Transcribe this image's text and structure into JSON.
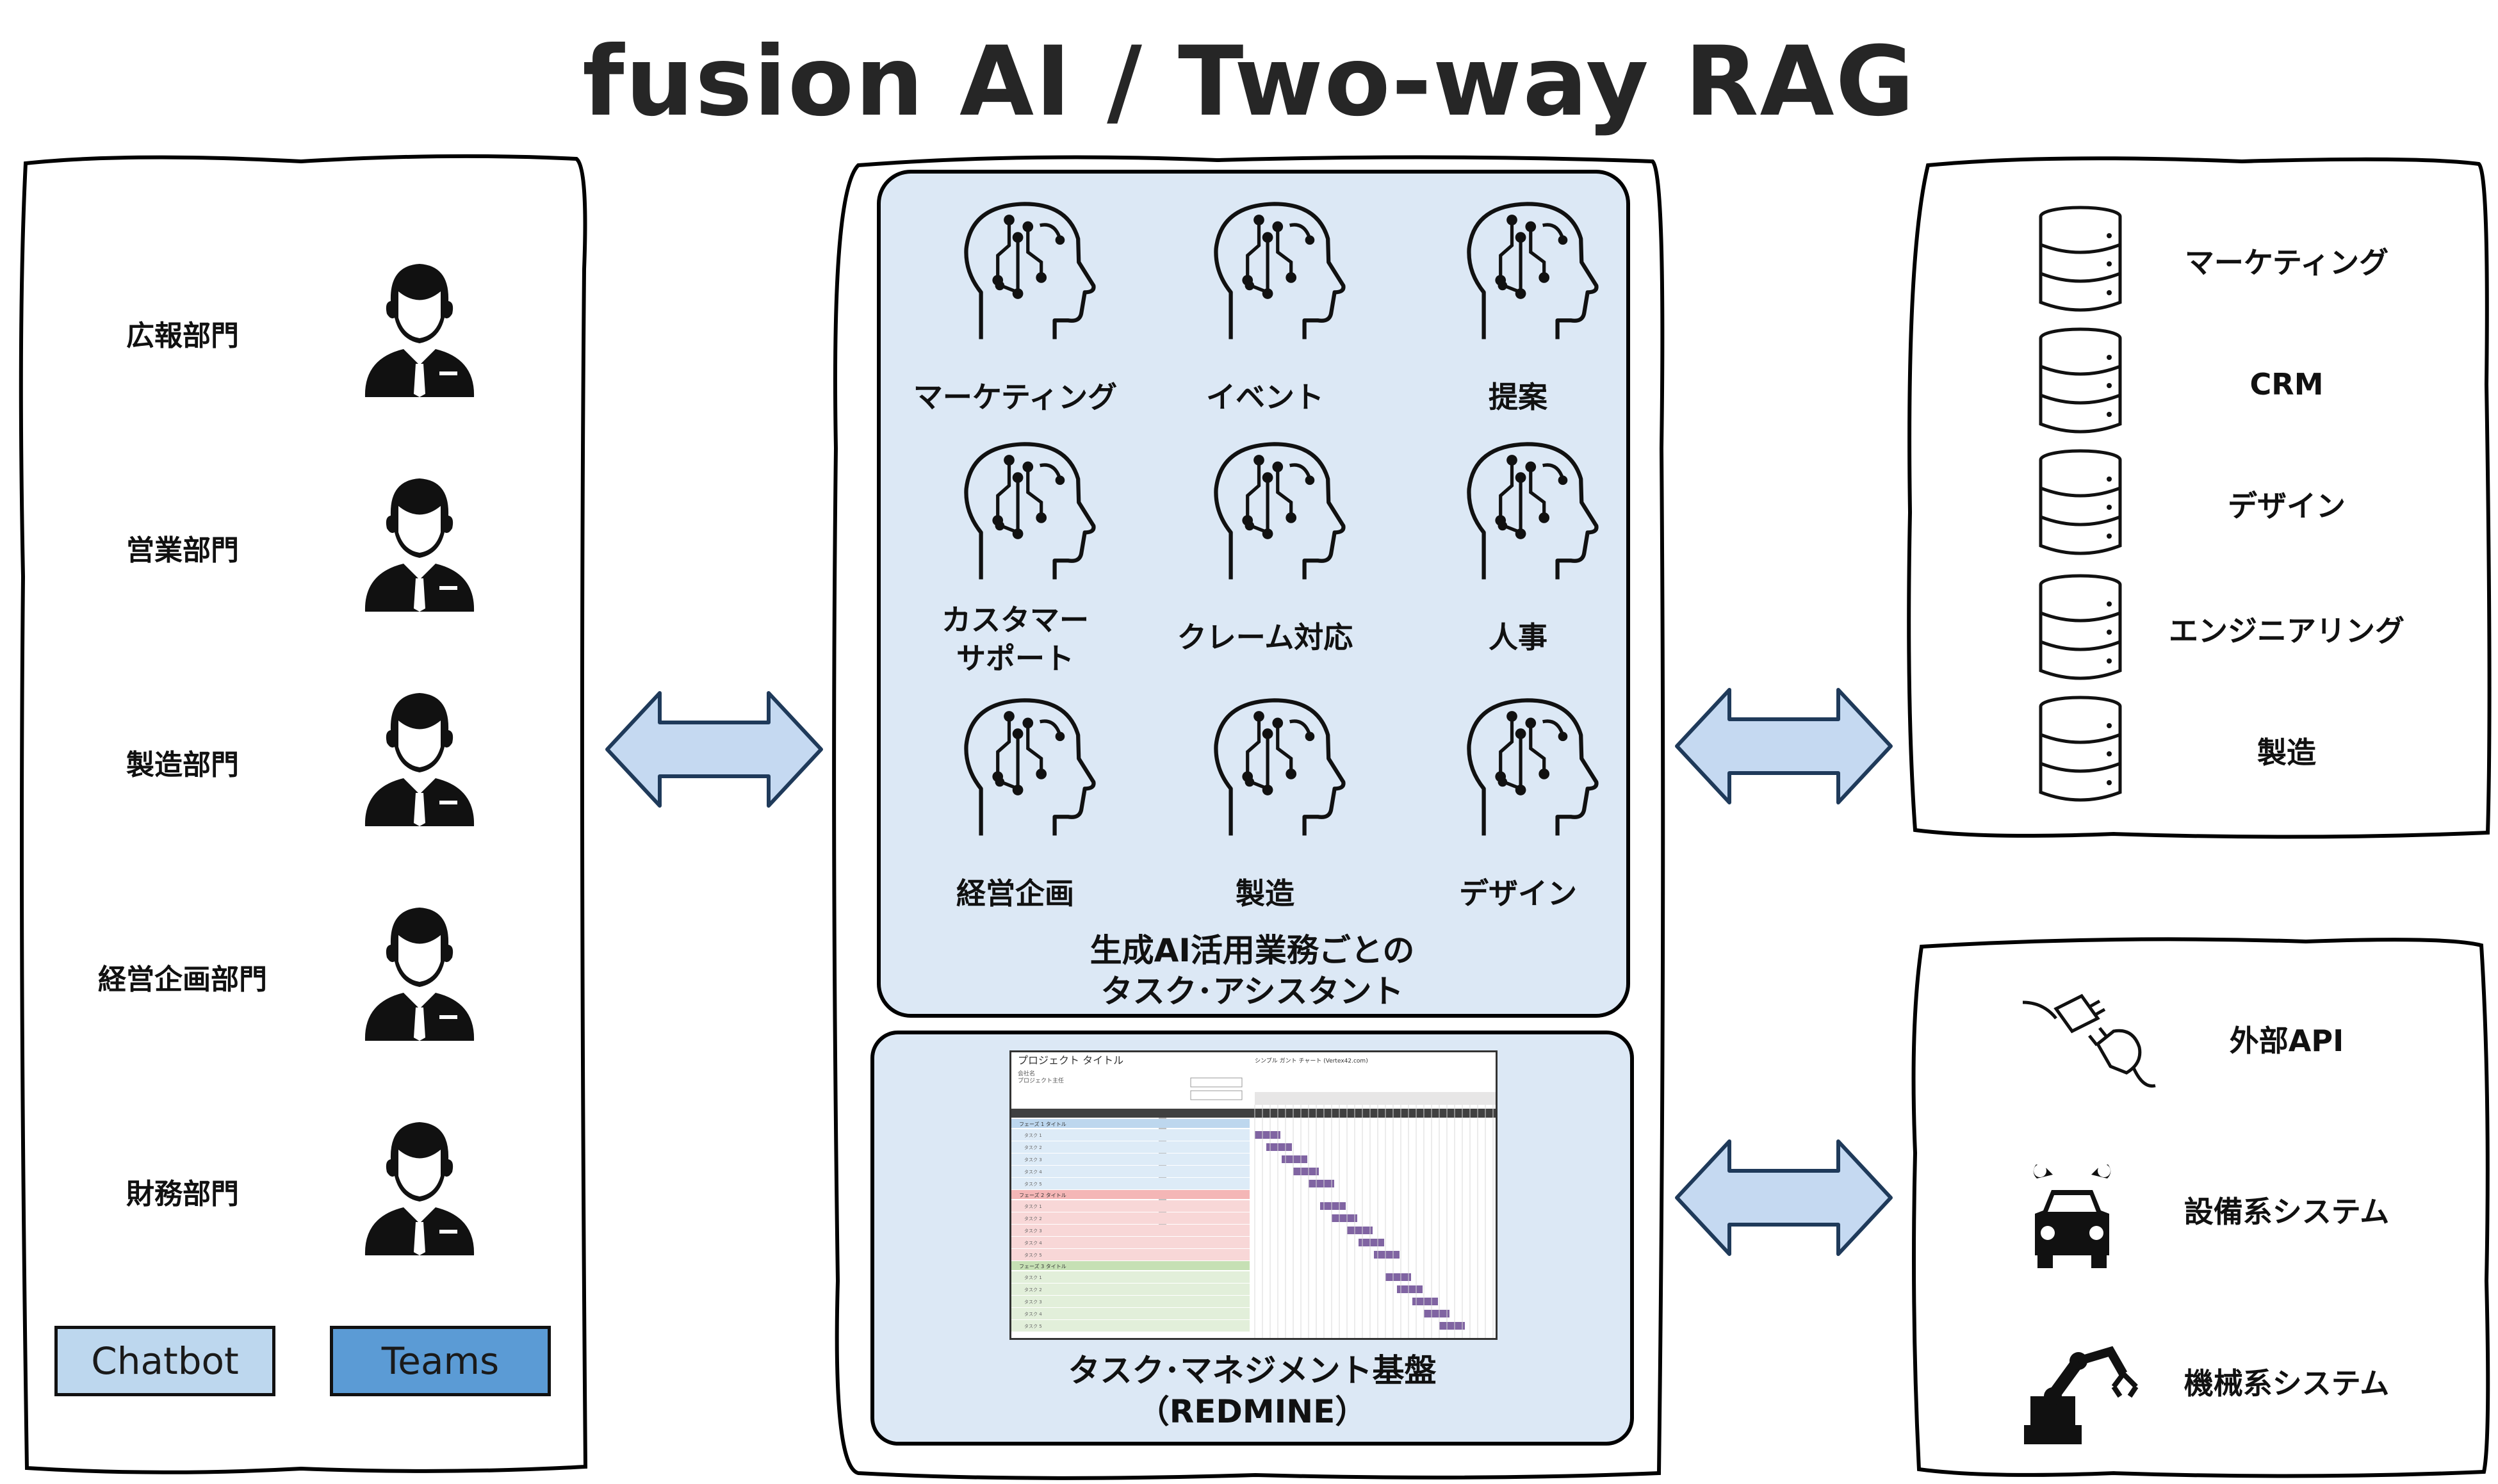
{
  "title": "fusion AI / Two-way RAG",
  "departments": [
    "広報部門",
    "営業部門",
    "製造部門",
    "経営企画部門",
    "財務部門"
  ],
  "buttons": {
    "chatbot": "Chatbot",
    "teams": "Teams"
  },
  "assistants": [
    {
      "label": "マーケティング"
    },
    {
      "label": "イベント"
    },
    {
      "label": "提案"
    },
    {
      "label": "カスタマー\nサポート"
    },
    {
      "label": "クレーム対応"
    },
    {
      "label": "人事"
    },
    {
      "label": "経営企画"
    },
    {
      "label": "製造"
    },
    {
      "label": "デザイン"
    }
  ],
  "assistant_caption_line1": "生成AI活用業務ごとの",
  "assistant_caption_line2": "タスク･アシスタント",
  "task_platform_line1": "タスク･マネジメント基盤",
  "task_platform_line2": "（REDMINE）",
  "gantt": {
    "project_title": "プロジェクト タイトル",
    "meta_lines": [
      "会社名",
      "プロジェクト主任"
    ],
    "right_title": "シンプル ガント チャート (Vertex42.com)",
    "phases": [
      {
        "name": "フェーズ 1 タイトル",
        "rows": [
          "タスク 1",
          "タスク 2",
          "タスク 3",
          "タスク 4",
          "タスク 5"
        ]
      },
      {
        "name": "フェーズ 2 タイトル",
        "rows": [
          "タスク 1",
          "タスク 2",
          "タスク 3",
          "タスク 4",
          "タスク 5"
        ]
      },
      {
        "name": "フェーズ 3 タイトル",
        "rows": [
          "タスク 1",
          "タスク 2",
          "タスク 3",
          "タスク 4",
          "タスク 5"
        ]
      }
    ]
  },
  "data_sources": [
    "マーケティング",
    "CRM",
    "デザイン",
    "エンジニアリング",
    "製造"
  ],
  "external_systems": [
    "外部API",
    "設備系システム",
    "機械系システム"
  ],
  "colors": {
    "panel_fill": "#dce8f5",
    "arrow_fill": "#c5d9f1",
    "arrow_stroke": "#1f3a5a",
    "chatbot": "#bdd7ee",
    "teams": "#5b9bd5",
    "gantt_bar": "#8064a2"
  }
}
